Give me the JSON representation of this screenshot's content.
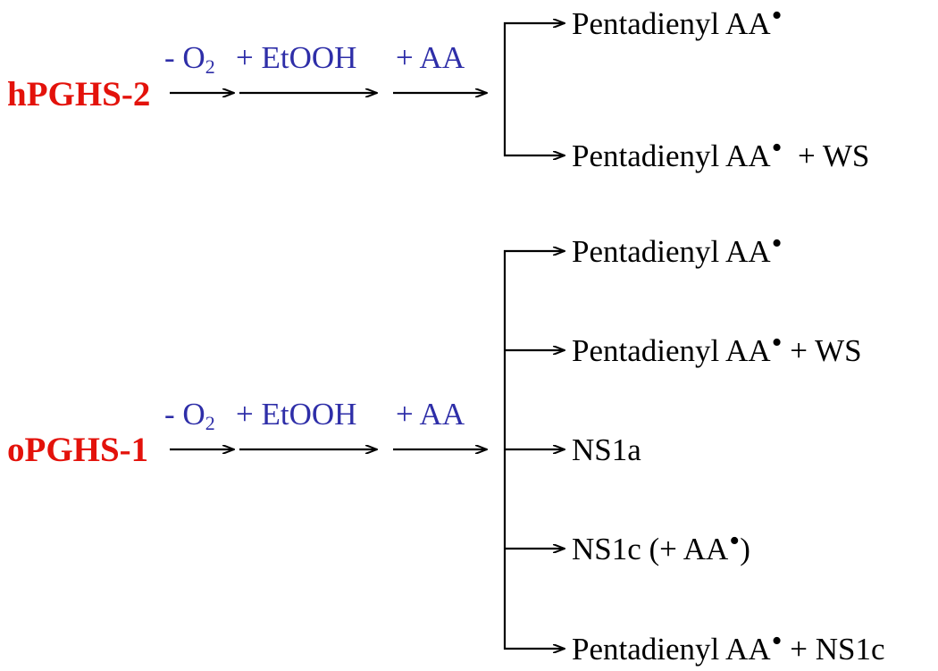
{
  "hpghs2": {
    "enzyme": "hPGHS-2",
    "step1_prefix": "- O",
    "step1_sub": "2",
    "step2": "+ EtOOH",
    "step3": "+ AA",
    "products": [
      {
        "text": "Pentadienyl AA",
        "dot": "•",
        "suffix": ""
      },
      {
        "text": "Pentadienyl AA",
        "dot": "•",
        "suffix": "  + WS"
      }
    ]
  },
  "opghs1": {
    "enzyme": "oPGHS-1",
    "step1_prefix": "- O",
    "step1_sub": "2",
    "step2": "+ EtOOH",
    "step3": "+ AA",
    "products": [
      {
        "text": "Pentadienyl AA",
        "dot": "•",
        "suffix": ""
      },
      {
        "text": "Pentadienyl AA",
        "dot": "•",
        "suffix": " + WS"
      },
      {
        "text": "NS1a",
        "dot": "",
        "suffix": ""
      },
      {
        "text": "NS1c (+ AA",
        "dot": "•",
        "suffix": ")"
      },
      {
        "text": "Pentadienyl AA",
        "dot": "•",
        "suffix": " + NS1c"
      }
    ]
  }
}
